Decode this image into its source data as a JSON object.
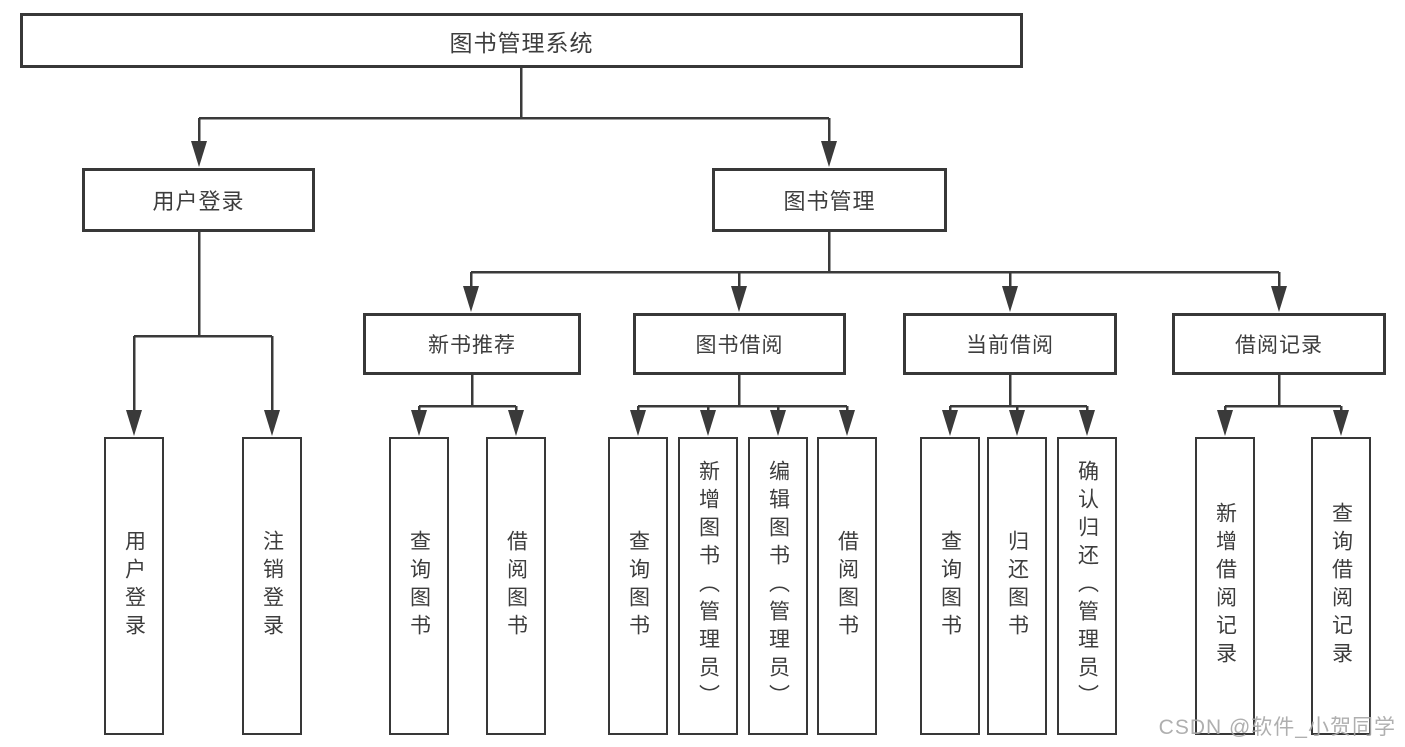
{
  "tree": {
    "label": "图书管理系统",
    "children": [
      {
        "label": "用户登录",
        "children": [
          {
            "label": "用户登录"
          },
          {
            "label": "注销登录"
          }
        ]
      },
      {
        "label": "图书管理",
        "children": [
          {
            "label": "新书推荐",
            "children": [
              {
                "label": "查询图书"
              },
              {
                "label": "借阅图书"
              }
            ]
          },
          {
            "label": "图书借阅",
            "children": [
              {
                "label": "查询图书"
              },
              {
                "label": "新增图书（管理员）"
              },
              {
                "label": "编辑图书（管理员）"
              },
              {
                "label": "借阅图书"
              }
            ]
          },
          {
            "label": "当前借阅",
            "children": [
              {
                "label": "查询图书"
              },
              {
                "label": "归还图书"
              },
              {
                "label": "确认归还（管理员）"
              }
            ]
          },
          {
            "label": "借阅记录",
            "children": [
              {
                "label": "新增借阅记录"
              },
              {
                "label": "查询借阅记录"
              }
            ]
          }
        ]
      }
    ]
  },
  "watermark": {
    "text": "CSDN @软件_小贺同学"
  },
  "colors": {
    "line": "#3a3a3a",
    "border": "#383838",
    "text": "#3d3d3d",
    "watermark": "#a8a8a8",
    "background": "#ffffff"
  }
}
